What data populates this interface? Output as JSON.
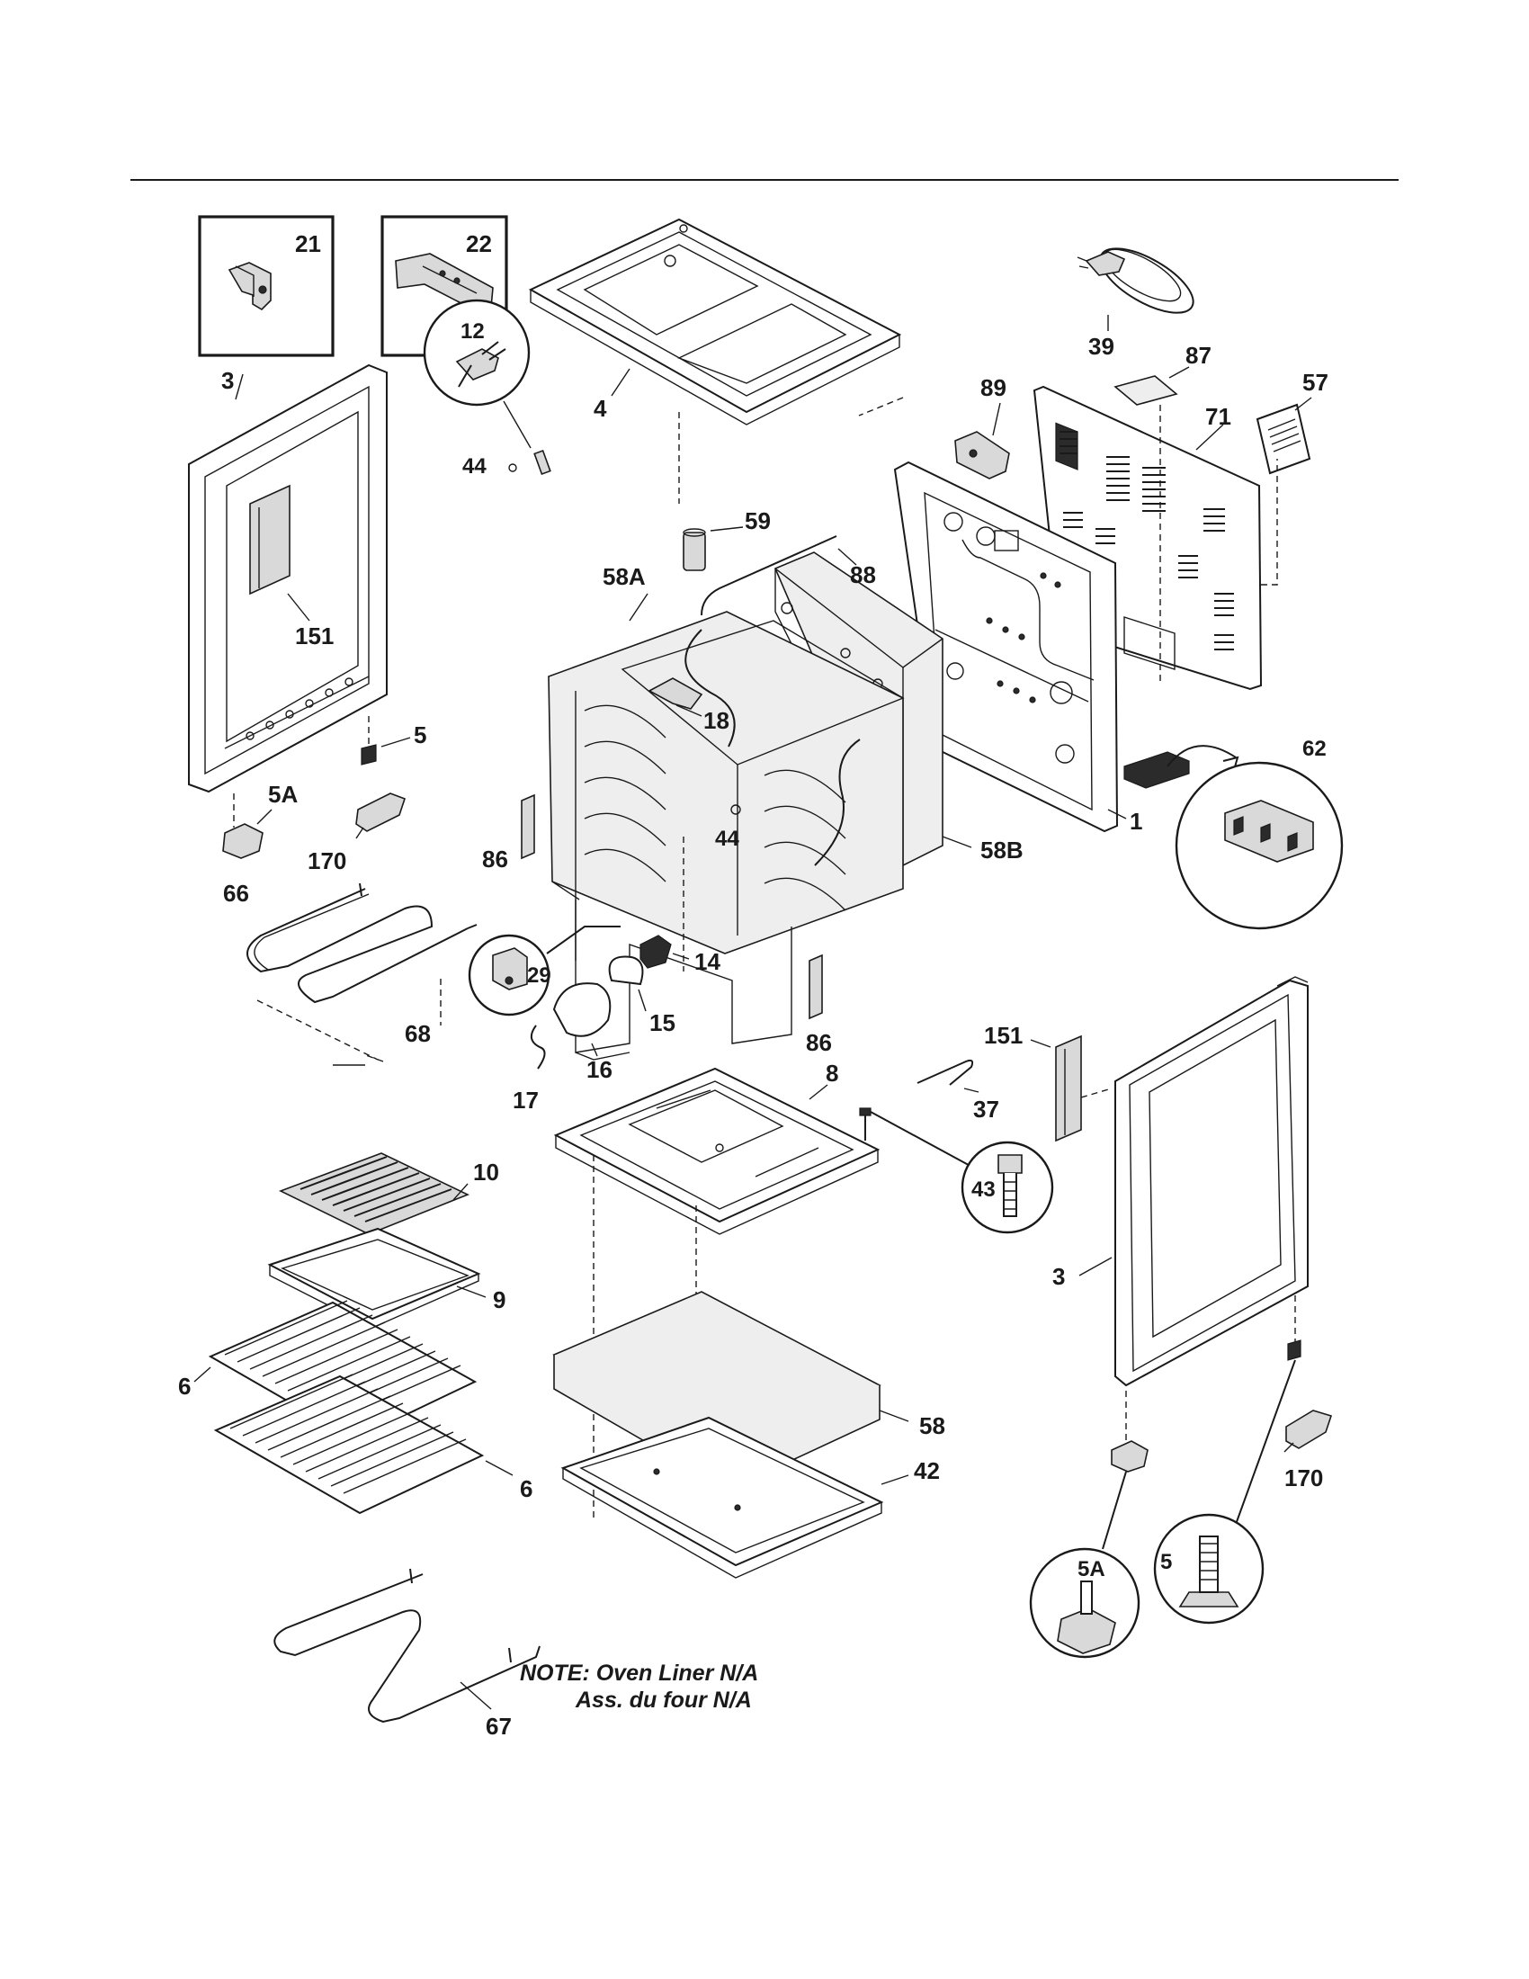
{
  "labels": {
    "p21": "21",
    "p22": "22",
    "p4": "4",
    "p39": "39",
    "p87": "87",
    "p57": "57",
    "p89": "89",
    "p71": "71",
    "p3_left": "3",
    "p59": "59",
    "p88": "88",
    "p12": "12",
    "p58A": "58A",
    "p151_left": "151",
    "p44_left": "44",
    "p18": "18",
    "p5_left": "5",
    "p62": "62",
    "p5A_left": "5A",
    "p44_mid": "44",
    "p1": "1",
    "p170_left": "170",
    "p86_left": "86",
    "p58B": "58B",
    "p66": "66",
    "p29": "29",
    "p14": "14",
    "p15": "15",
    "p68": "68",
    "p16": "16",
    "p86_right": "86",
    "p17": "17",
    "p8": "8",
    "p151_right": "151",
    "p37": "37",
    "p10": "10",
    "p43": "43",
    "p9": "9",
    "p3_right": "3",
    "p6_top": "6",
    "p58": "58",
    "p6_bottom": "6",
    "p42": "42",
    "p170_right": "170",
    "p5_right": "5",
    "p5A_right": "5A",
    "p67": "67"
  },
  "note": {
    "line1": "NOTE: Oven Liner N/A",
    "line2": "Ass. du four N/A"
  }
}
